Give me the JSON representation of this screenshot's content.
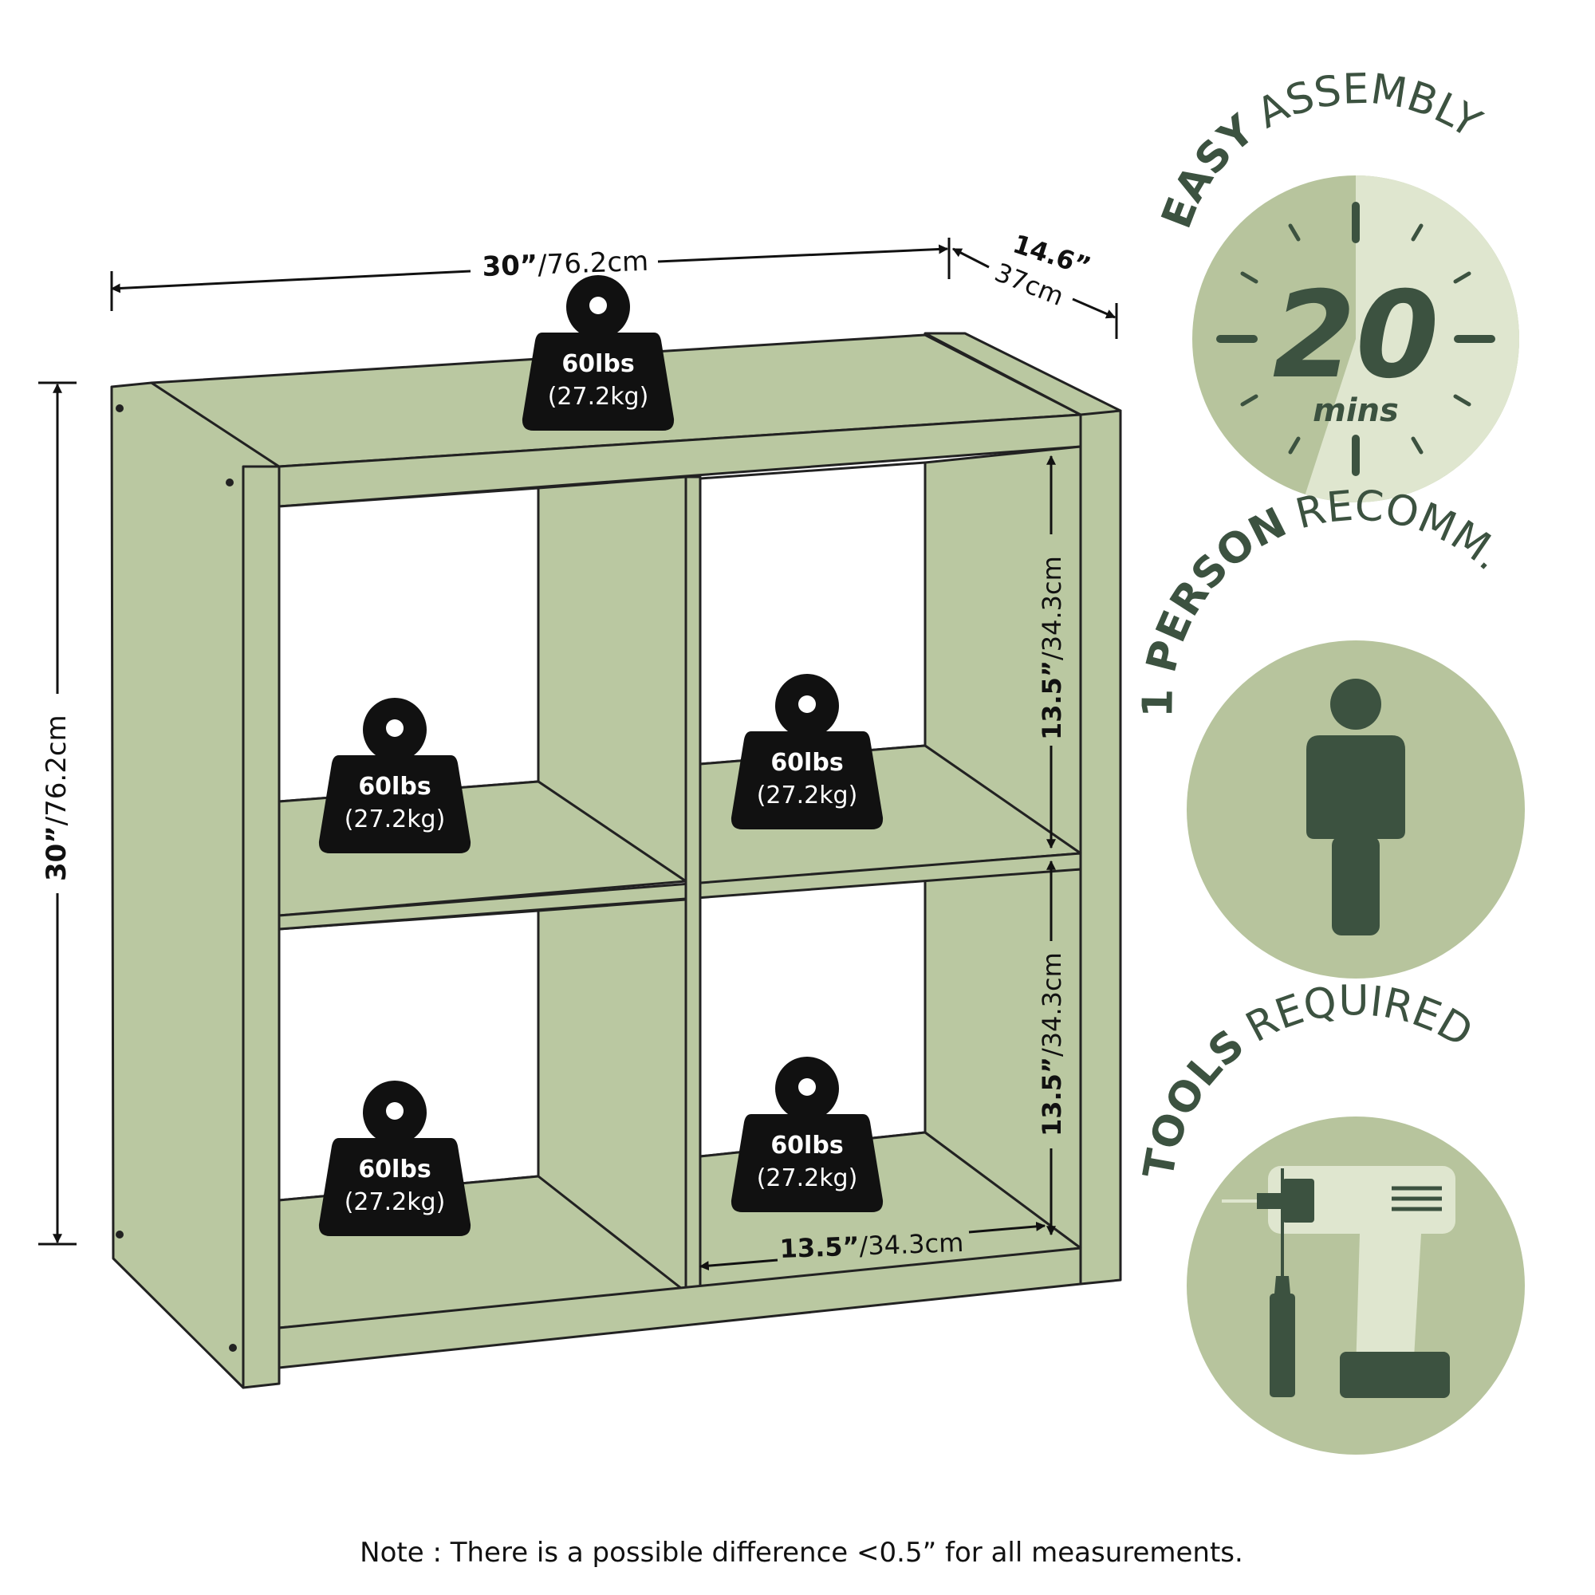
{
  "colors": {
    "panel": "#bac8a1",
    "circle": "#b7c49d",
    "circle_light": "#dfe6cf",
    "dark_green": "#3c5240",
    "outline": "#222222",
    "weight": "#111111"
  },
  "dimensions": {
    "width_in": "30”",
    "width_cm": "/76.2cm",
    "depth_in": "14.6”",
    "depth_cm": "37cm",
    "height_in": "30”",
    "height_cm": "/76.2cm",
    "cube_upper_in": "13.5”",
    "cube_upper_cm": "/34.3cm",
    "cube_lower_in": "13.5”",
    "cube_lower_cm": "/34.3cm",
    "cube_width_in": "13.5”",
    "cube_width_cm": "/34.3cm"
  },
  "weights": [
    {
      "lbs": "60lbs",
      "kg": "(27.2kg)"
    },
    {
      "lbs": "60lbs",
      "kg": "(27.2kg)"
    },
    {
      "lbs": "60lbs",
      "kg": "(27.2kg)"
    },
    {
      "lbs": "60lbs",
      "kg": "(27.2kg)"
    },
    {
      "lbs": "60lbs",
      "kg": "(27.2kg)"
    }
  ],
  "badges": {
    "assembly": {
      "bold": "EASY",
      "rest": "ASSEMBLY",
      "number": "20",
      "unit": "mins",
      "elapsed_fraction": 0.55
    },
    "person": {
      "bold": "1 PERSON",
      "rest": "RECOMM."
    },
    "tools": {
      "bold": "TOOLS",
      "rest": "REQUIRED"
    }
  },
  "note": "Note : There is a possible difference <0.5” for all measurements.",
  "icons": [
    "weight-icon",
    "clock-icon",
    "person-icon",
    "drill-icon",
    "screwdriver-icon"
  ]
}
